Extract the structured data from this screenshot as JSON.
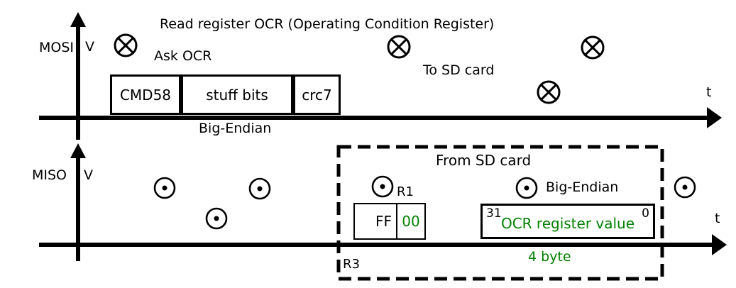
{
  "colors": {
    "ink": "#000000",
    "accent_green": "#008000",
    "background": "#ffffff"
  },
  "title": "Read register OCR (Operating Condition Register)",
  "mosi": {
    "signal": "MOSI",
    "voltage_label": "V",
    "time_label": "t",
    "ask_annotation": "Ask OCR",
    "direction_annotation": "To SD card",
    "endian_annotation": "Big-Endian",
    "symbol_icon": "circle-x",
    "frame": [
      {
        "label": "CMD58"
      },
      {
        "label": "stuff bits"
      },
      {
        "label": "crc7"
      }
    ]
  },
  "miso": {
    "signal": "MISO",
    "voltage_label": "V",
    "time_label": "t",
    "symbol_icon": "circle-dot",
    "response": {
      "source_annotation": "From SD card",
      "r1_label": "R1",
      "r3_label": "R3",
      "endian_annotation": "Big-Endian",
      "length_annotation": "4 byte",
      "r1_bytes": [
        {
          "label": "FF",
          "color": "#000000"
        },
        {
          "label": "00",
          "color": "#008000"
        }
      ],
      "ocr_field": {
        "msb": "31",
        "lsb": "0",
        "label": "OCR register value"
      }
    }
  }
}
